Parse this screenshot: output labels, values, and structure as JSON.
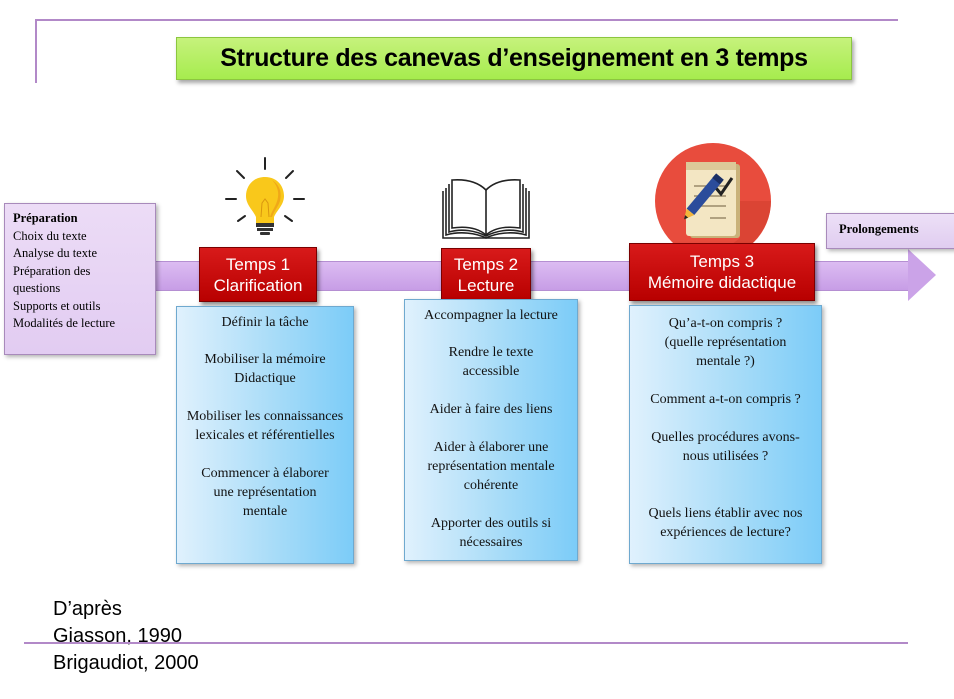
{
  "title": "Structure des canevas d’enseignement en 3 temps",
  "preparation": {
    "heading": "Préparation",
    "items": [
      "Choix du texte",
      "Analyse du texte",
      "Préparation des",
      "questions",
      "Supports et outils",
      "Modalités de lecture"
    ]
  },
  "prolongements": "Prolongements",
  "temps": [
    {
      "label_line1": "Temps 1",
      "label_line2": "Clarification",
      "icon": "lightbulb-icon",
      "items": [
        "Définir la tâche",
        "Mobiliser la mémoire Didactique",
        "Mobiliser les connaissances lexicales et référentielles",
        "Commencer à élaborer une représentation mentale"
      ]
    },
    {
      "label_line1": "Temps 2",
      "label_line2": "Lecture",
      "icon": "open-book-icon",
      "items": [
        "Accompagner la lecture",
        "Rendre le texte accessible",
        "Aider à faire des liens",
        "Aider à élaborer une représentation mentale cohérente",
        "Apporter des outils si nécessaires"
      ]
    },
    {
      "label_line1": "Temps 3",
      "label_line2": "Mémoire didactique",
      "icon": "notepad-pencil-icon",
      "items": [
        "Qu’a-t-on compris ? (quelle représentation mentale ?)",
        "Comment a-t-on compris ?",
        "Quelles procédures avons-nous utilisées ?",
        "Quels liens établir avec nos expériences de lecture?"
      ]
    }
  ],
  "credits": [
    "D’après",
    "Giasson, 1990",
    "Brigaudiot, 2000"
  ],
  "colors": {
    "title_bg": "#a6ec4e",
    "label_red": "#c00000",
    "arrow_purple": "#cba3e8",
    "box_blue": "#7cccf8",
    "rule_purple": "#b289c8"
  }
}
